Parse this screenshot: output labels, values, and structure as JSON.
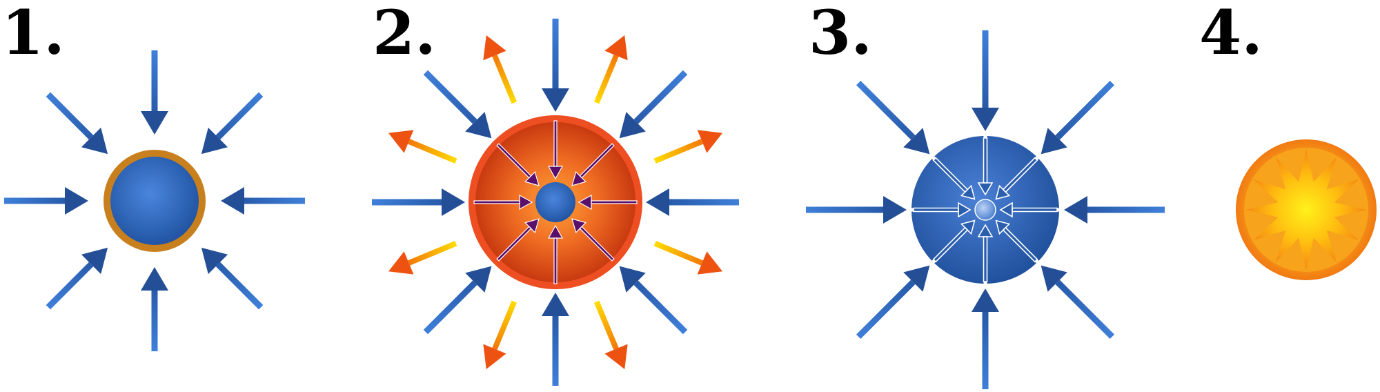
{
  "panels": [
    {
      "label": "1.",
      "icon": "fuel-pellet-with-shell-icon"
    },
    {
      "label": "2.",
      "icon": "ablating-shell-implosion-icon"
    },
    {
      "label": "3.",
      "icon": "compressed-core-icon"
    },
    {
      "label": "4.",
      "icon": "ignition-burst-icon"
    }
  ],
  "colors": {
    "laser_arrow": "#2f63b0",
    "laser_arrow_head": "#244f97",
    "shell_ring": "#c8801e",
    "fuel_core": "#3a73c8",
    "ablation_hot": "#ee5a22",
    "ablation_cool": "#ffd400",
    "implosion_arrow": "#5a0f6a",
    "burst_yellow": "#ffe51a",
    "burst_orange": "#f47f12"
  }
}
